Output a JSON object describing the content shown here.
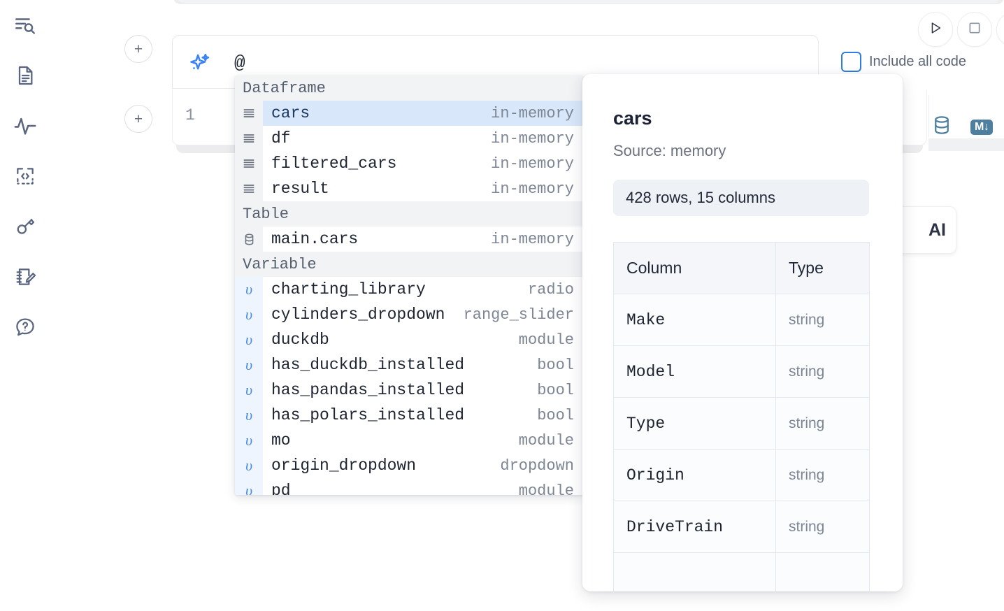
{
  "sidebar": {
    "items": [
      {
        "name": "outline-search-icon",
        "label": "Outline / Search"
      },
      {
        "name": "file-text-icon",
        "label": "File"
      },
      {
        "name": "activity-icon",
        "label": "Activity"
      },
      {
        "name": "code-snippet-icon",
        "label": "Snippets"
      },
      {
        "name": "key-icon",
        "label": "Secrets"
      },
      {
        "name": "scratchpad-edit-icon",
        "label": "Scratchpad"
      },
      {
        "name": "help-chat-icon",
        "label": "Help"
      }
    ]
  },
  "toolbar": {
    "run_label": "Run",
    "stop_label": "Stop",
    "include_all_code_label": "Include all code",
    "include_all_code_checked": false,
    "accent_color": "#2f7de0"
  },
  "ai_prompt": {
    "value": "@",
    "sparkle_icon": "sparkles-icon",
    "sparkle_color": "#3b82f6"
  },
  "cell": {
    "line_number": "1",
    "database_icon": "database-icon",
    "markdown_badge": "M",
    "icon_color": "#4f7f9e"
  },
  "floating_card": {
    "text": "AI"
  },
  "autocomplete": {
    "groups": [
      {
        "label": "Dataframe",
        "icon": "dataframe-rows-icon",
        "kind": "dataframe",
        "items": [
          {
            "name": "cars",
            "type": "in-memory",
            "selected": true
          },
          {
            "name": "df",
            "type": "in-memory",
            "selected": false
          },
          {
            "name": "filtered_cars",
            "type": "in-memory",
            "selected": false
          },
          {
            "name": "result",
            "type": "in-memory",
            "selected": false
          }
        ]
      },
      {
        "label": "Table",
        "icon": "database-icon",
        "kind": "table",
        "items": [
          {
            "name": "main.cars",
            "type": "in-memory",
            "selected": false
          }
        ]
      },
      {
        "label": "Variable",
        "icon": "variable-icon",
        "kind": "variable",
        "items": [
          {
            "name": "charting_library",
            "type": "radio",
            "selected": false
          },
          {
            "name": "cylinders_dropdown",
            "type": "range_slider",
            "selected": false
          },
          {
            "name": "duckdb",
            "type": "module",
            "selected": false
          },
          {
            "name": "has_duckdb_installed",
            "type": "bool",
            "selected": false
          },
          {
            "name": "has_pandas_installed",
            "type": "bool",
            "selected": false
          },
          {
            "name": "has_polars_installed",
            "type": "bool",
            "selected": false
          },
          {
            "name": "mo",
            "type": "module",
            "selected": false
          },
          {
            "name": "origin_dropdown",
            "type": "dropdown",
            "selected": false
          },
          {
            "name": "pd",
            "type": "module",
            "selected": false
          }
        ]
      }
    ]
  },
  "preview": {
    "title": "cars",
    "source": "Source: memory",
    "shape": "428 rows, 15 columns",
    "headers": {
      "column": "Column",
      "type": "Type"
    },
    "rows": [
      {
        "column": "Make",
        "type": "string"
      },
      {
        "column": "Model",
        "type": "string"
      },
      {
        "column": "Type",
        "type": "string"
      },
      {
        "column": "Origin",
        "type": "string"
      },
      {
        "column": "DriveTrain",
        "type": "string"
      },
      {
        "column": "",
        "type": ""
      }
    ]
  }
}
